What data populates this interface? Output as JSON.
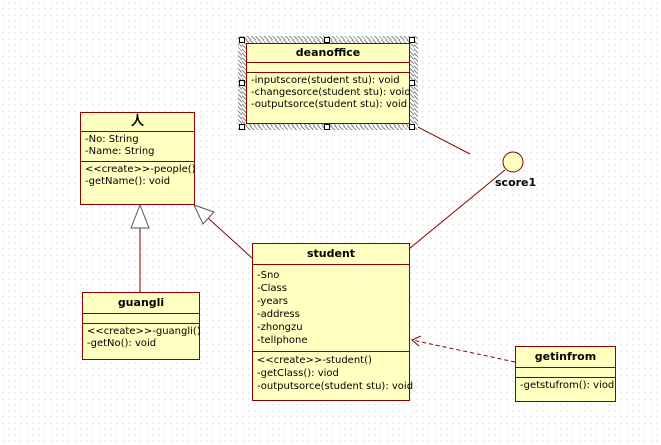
{
  "classes": {
    "deanoffice": {
      "name": "deanoffice",
      "attributes": [],
      "operations": [
        "-inputscore(student stu): void",
        "-changesorce(student stu): void",
        "-outputsorce(student stu): void"
      ]
    },
    "ren": {
      "name": "人",
      "attributes": [
        "-No: String",
        "-Name: String"
      ],
      "operations": [
        "<<create>>-people()",
        "-getName(): void"
      ]
    },
    "student": {
      "name": "student",
      "attributes": [
        "-Sno",
        "-Class",
        "-years",
        "-address",
        "-zhongzu",
        "-tellphone"
      ],
      "operations": [
        "<<create>>-student()",
        "-getClass(): viod",
        "-outputsorce(student stu): void"
      ]
    },
    "guangli": {
      "name": "guangli",
      "attributes": [],
      "operations": [
        "<<create>>-guangli()",
        "-getNo(): void"
      ]
    },
    "getinfrom": {
      "name": "getinfrom",
      "attributes": [],
      "operations": [
        "-getstufrom(): viod"
      ]
    }
  },
  "interface": {
    "name": "score1"
  },
  "colors": {
    "fill": "#ffffc0",
    "border": "#8b0000"
  }
}
